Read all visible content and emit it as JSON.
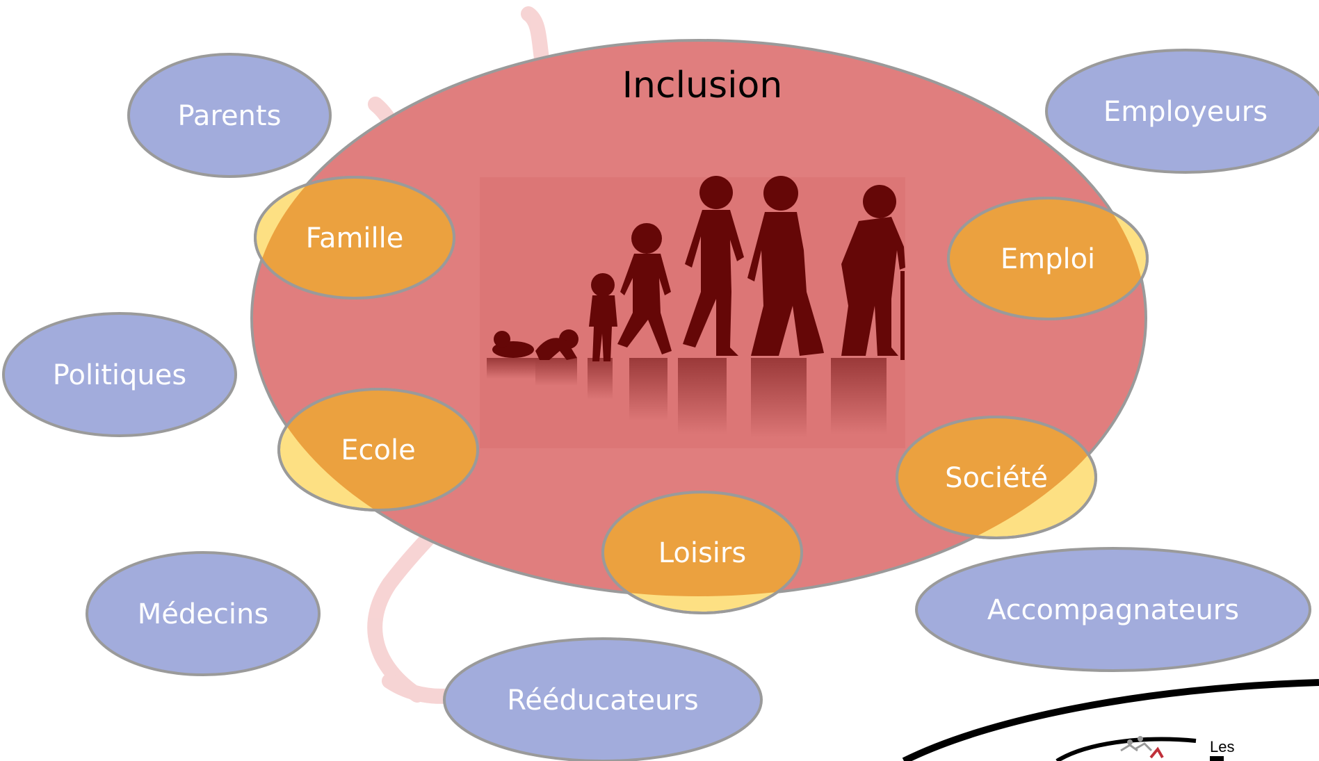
{
  "title": "Inclusion",
  "inner_circles": [
    {
      "label": "Famille"
    },
    {
      "label": "Ecole"
    },
    {
      "label": "Loisirs"
    },
    {
      "label": "Société"
    },
    {
      "label": "Emploi"
    }
  ],
  "outer_circles": [
    {
      "label": "Parents"
    },
    {
      "label": "Politiques"
    },
    {
      "label": "Médecins"
    },
    {
      "label": "Rééducateurs"
    },
    {
      "label": "Accompagnateurs"
    },
    {
      "label": "Employeurs"
    }
  ],
  "logo": {
    "text": "Les"
  },
  "colors": {
    "main_ellipse": "#e07e7e",
    "inner_fill": "#eba13f",
    "inner_overlap": "#fde083",
    "outer_fill": "#a2acdc",
    "outline": "#9a9a9a",
    "silhouette": "#650707",
    "background_ribbon": "#f4c4c4"
  }
}
